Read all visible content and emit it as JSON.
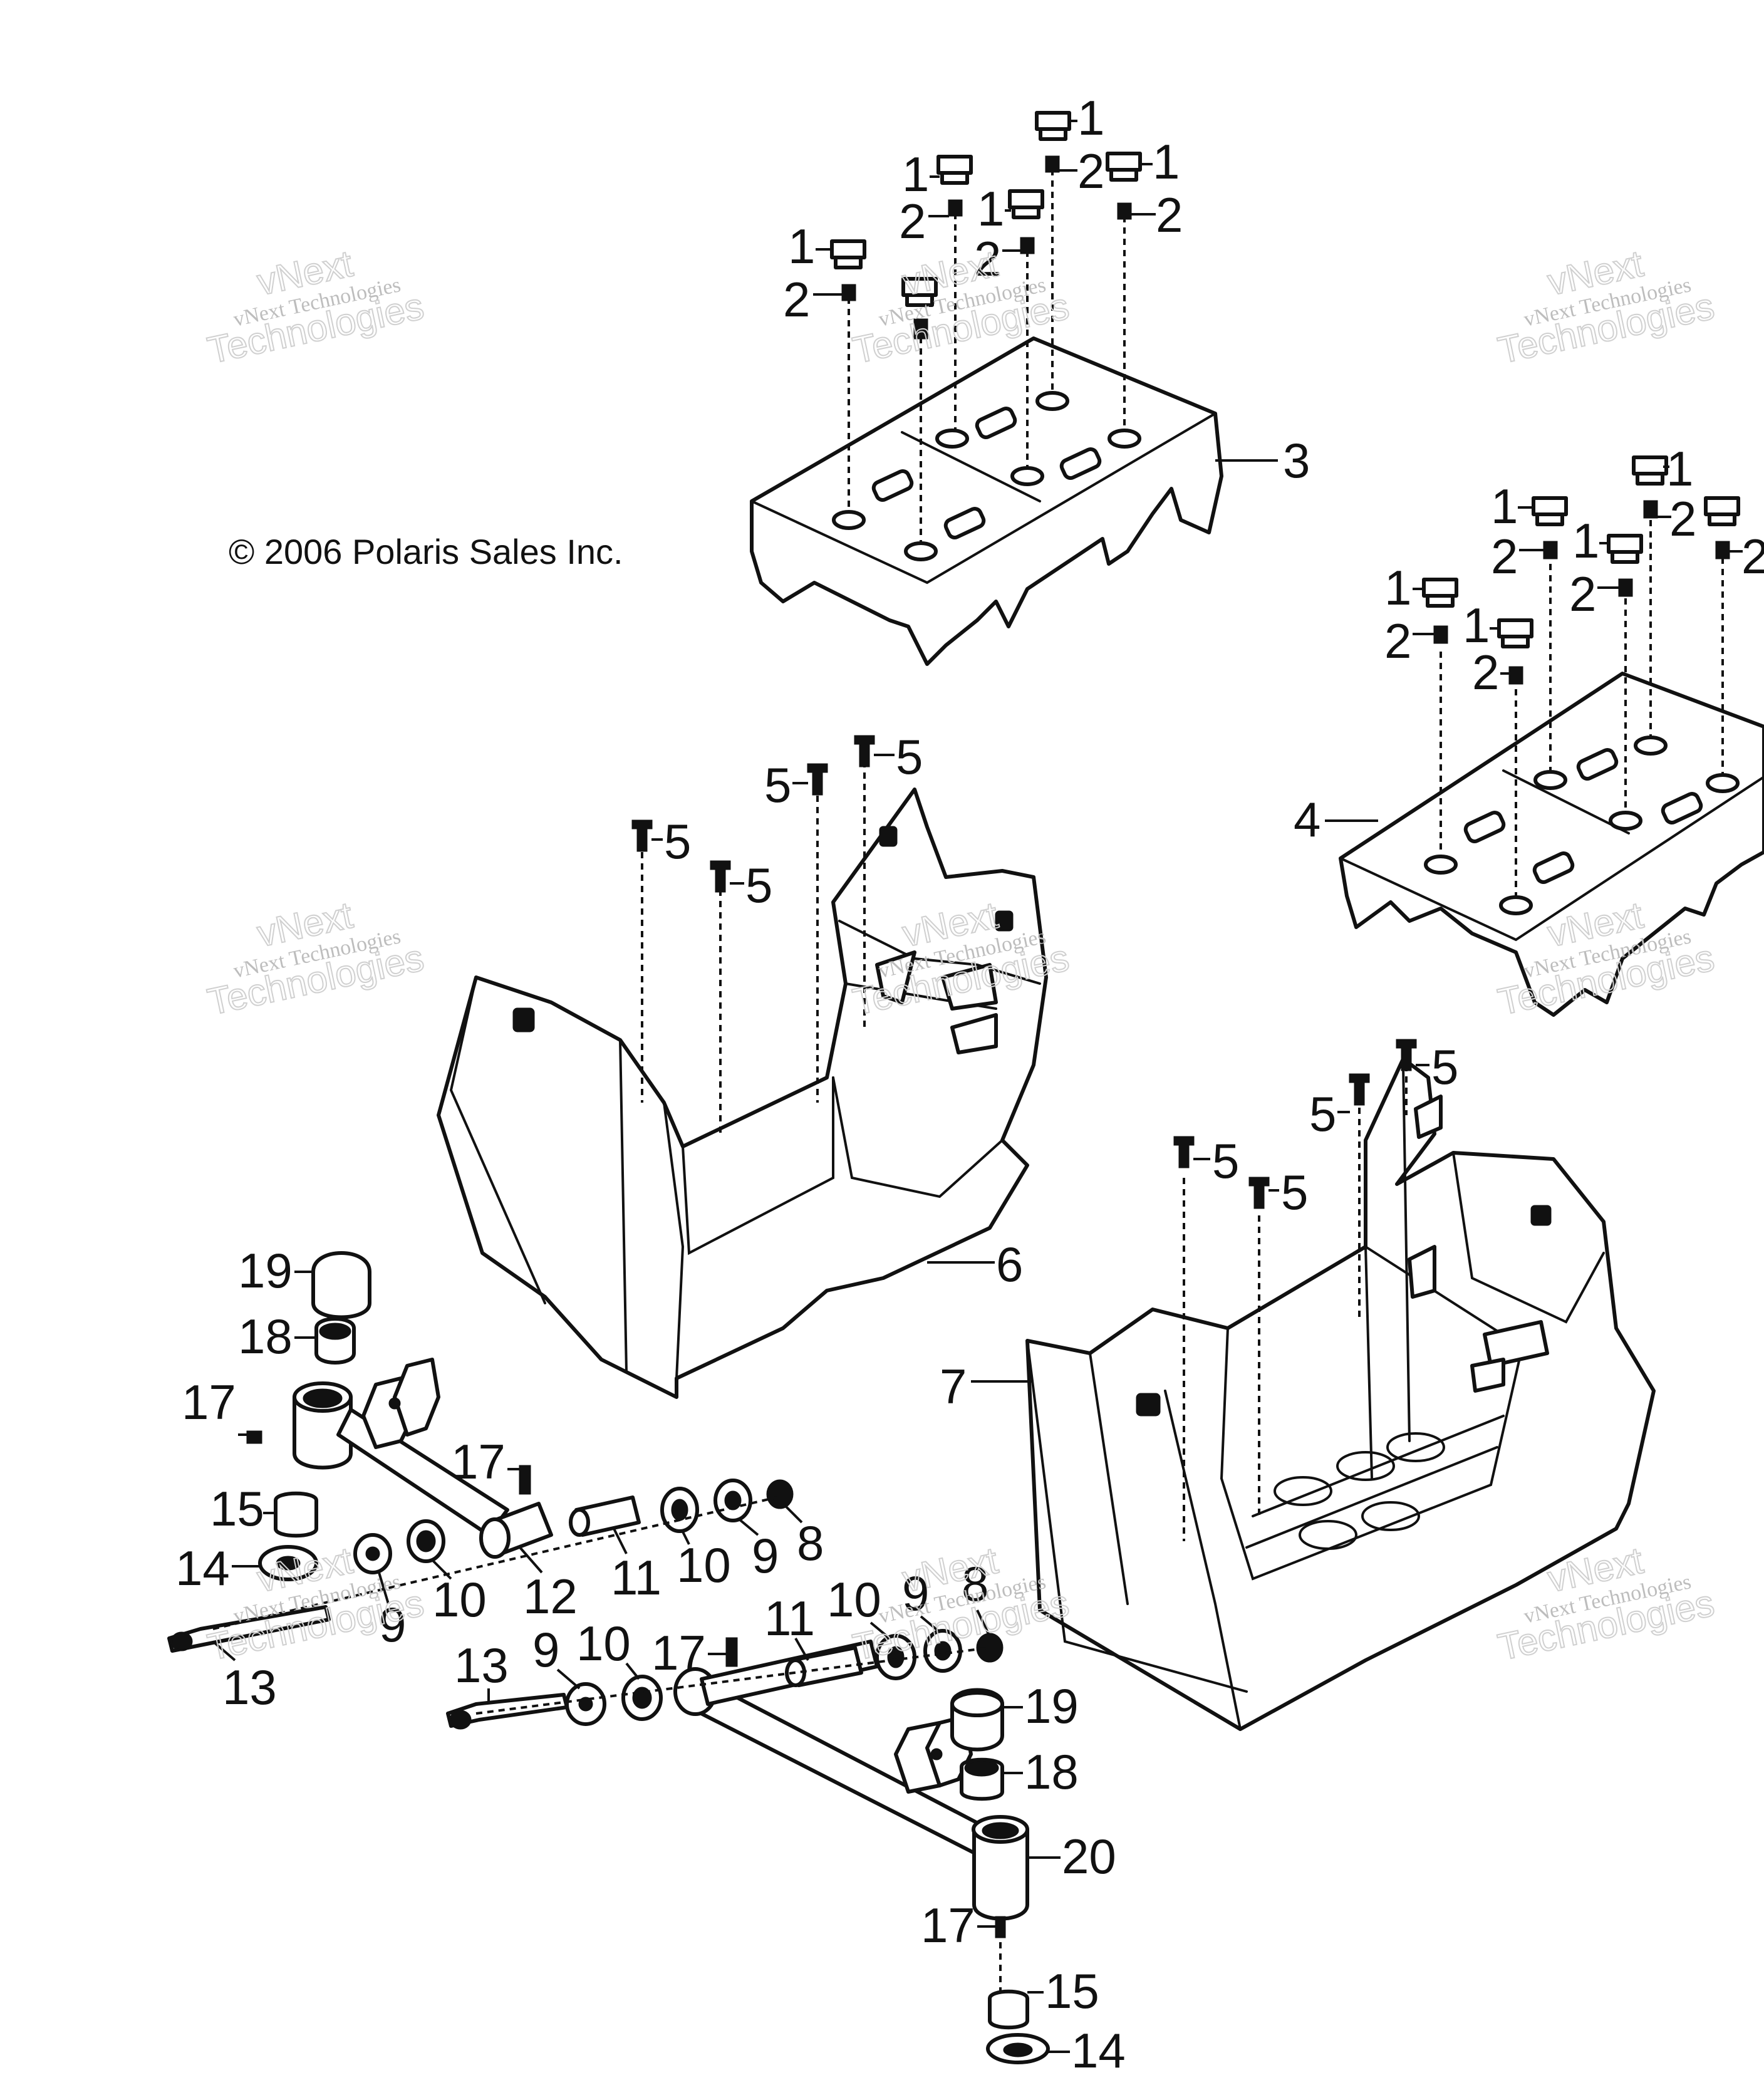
{
  "copyright": "© 2006 Polaris Sales Inc.",
  "watermark": {
    "line1": "vNext Technologies",
    "line2": "vNext",
    "line3": "Technologies"
  },
  "callouts": {
    "c1": "1",
    "c2": "2",
    "c3": "3",
    "c4": "4",
    "c5": "5",
    "c6": "6",
    "c7": "7",
    "c8": "8",
    "c9": "9",
    "c10": "10",
    "c11": "11",
    "c12": "12",
    "c13": "13",
    "c14": "14",
    "c15": "15",
    "c17": "17",
    "c18": "18",
    "c19": "19",
    "c20": "20"
  }
}
